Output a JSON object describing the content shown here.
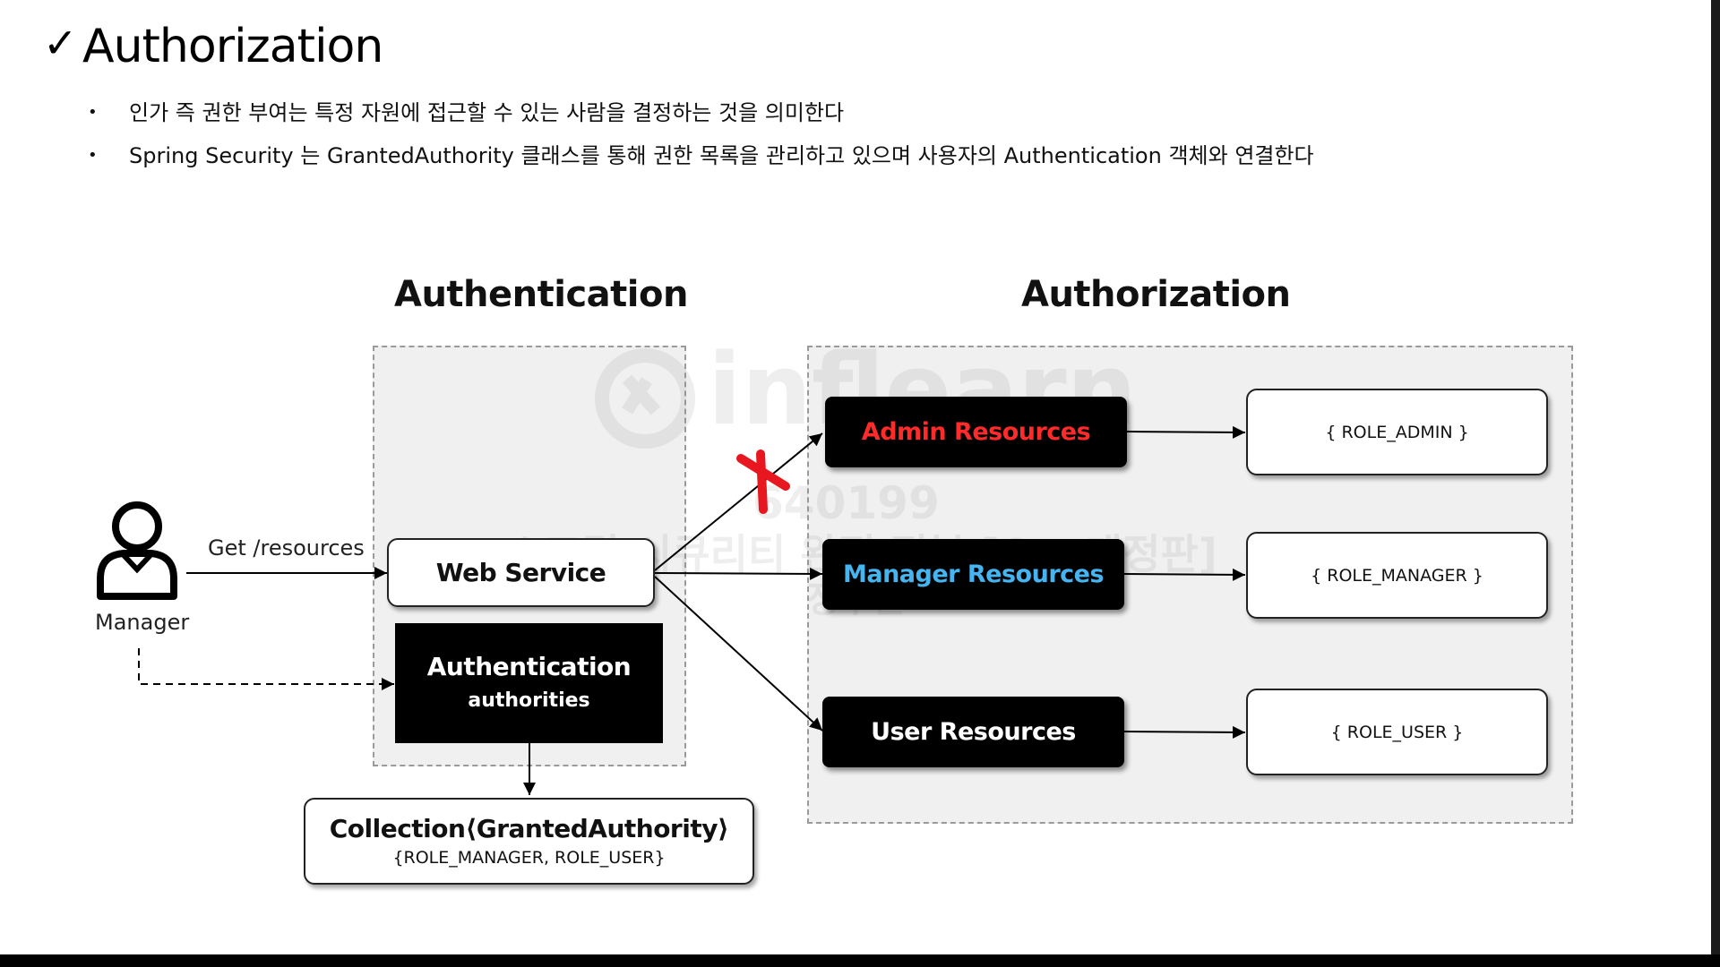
{
  "slide": {
    "title": "Authorization",
    "bullets": [
      "인가 즉 권한 부여는 특정 자원에 접근할 수 있는 사람을 결정하는 것을 의미한다",
      "Spring Security 는 GrantedAuthority 클래스를 통해 권한 목록을 관리하고 있으며 사용자의 Authentication 객체와 연결한다"
    ]
  },
  "diagram": {
    "left_heading": "Authentication",
    "right_heading": "Authorization",
    "actor_label": "Manager",
    "request_label": "Get /resources",
    "web_service": "Web Service",
    "authentication_box": {
      "title": "Authentication",
      "subtitle": "authorities"
    },
    "collection_box": {
      "title": "Collection⟨GrantedAuthority⟩",
      "values": "{ROLE_MANAGER, ROLE_USER}"
    },
    "resources": [
      {
        "label": "Admin Resources",
        "role": "{ ROLE_ADMIN }",
        "color": "#ff2a2a"
      },
      {
        "label": "Manager Resources",
        "role": "{ ROLE_MANAGER }",
        "color": "#45b4f0"
      },
      {
        "label": "User Resources",
        "role": "{ ROLE_USER }",
        "color": "#ffffff"
      }
    ],
    "denied_mark_color": "#e8171f"
  },
  "watermark": {
    "brand": "inflearn",
    "id": "640199",
    "course": "스프링 시큐리티 완전 정복 [6.x 개정판]",
    "owner": "정수원"
  }
}
